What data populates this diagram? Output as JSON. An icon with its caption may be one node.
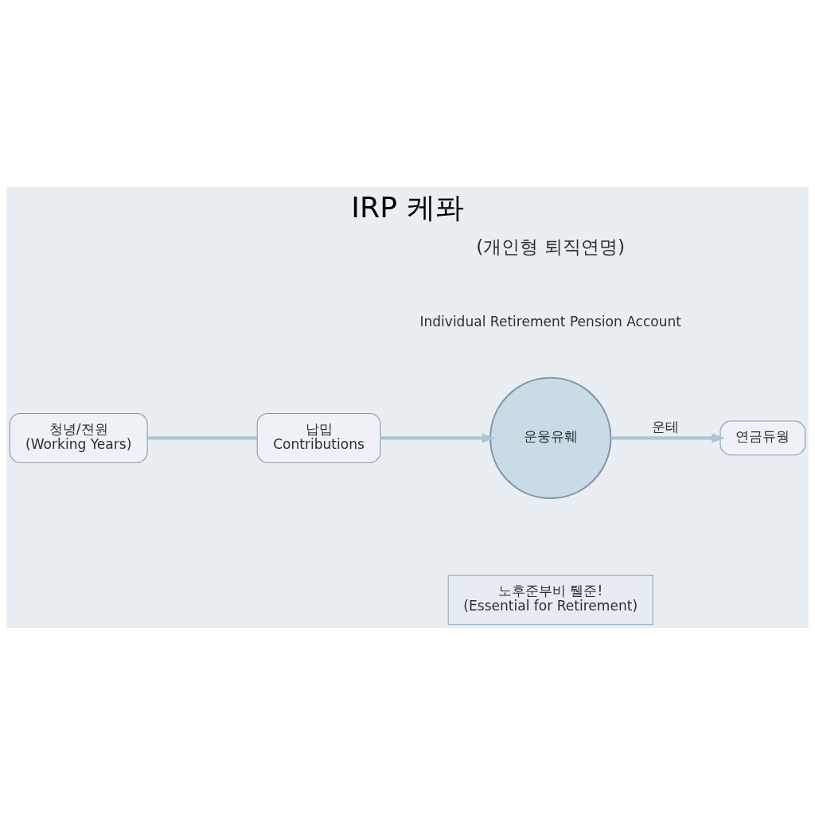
{
  "diagram": {
    "title": "IRP 케퐈",
    "nodes": [
      {
        "text": [
          "청녕/젼원",
          "(Working Years)"
        ]
      },
      {
        "text": [
          "납밉",
          "Contributions"
        ]
      },
      {
        "text": [
          "운웅유훼"
        ]
      },
      {
        "text": [
          "연금듀웡"
        ]
      },
      {
        "text": [
          "노후준부비 퉬준!",
          "(Essential for Retirement)"
        ]
      }
    ],
    "edges": [
      {
        "from": 0,
        "to": 1,
        "arrow": "none"
      },
      {
        "from": 1,
        "to": 2,
        "arrow": "to"
      },
      {
        "from": 2,
        "to": 3,
        "arrow": "to",
        "label": "운테"
      }
    ],
    "labels": [
      "(개인형 퇴직연명)",
      "Individual Retirement Pension Account"
    ]
  }
}
